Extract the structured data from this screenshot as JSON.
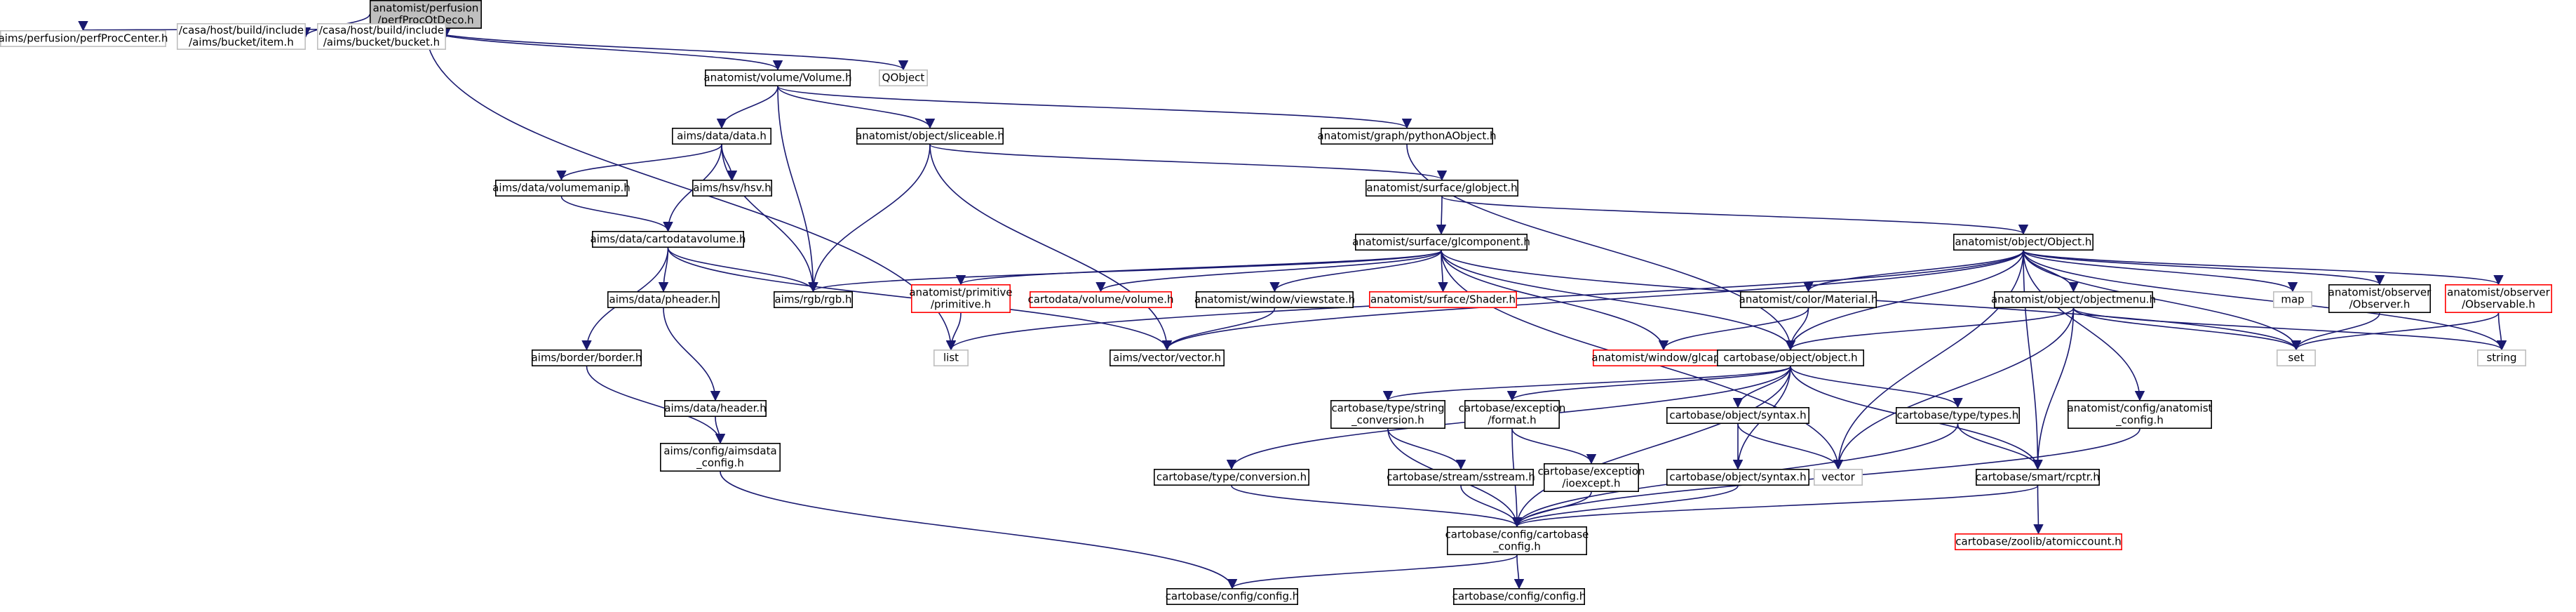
{
  "nodes": [
    {
      "id": "root",
      "lines": [
        "anatomist/perfusion",
        "/perfProcQtDeco.h"
      ],
      "style": "root"
    },
    {
      "id": "perfProcCenter",
      "lines": [
        "aims/perfusion/perfProcCenter.h"
      ],
      "style": "ext"
    },
    {
      "id": "bucketItem",
      "lines": [
        "/casa/host/build/include",
        "/aims/bucket/item.h"
      ],
      "style": "ext"
    },
    {
      "id": "bucketBucket",
      "lines": [
        "/casa/host/build/include",
        "/aims/bucket/bucket.h"
      ],
      "style": "ext"
    },
    {
      "id": "volume",
      "lines": [
        "anatomist/volume/Volume.h"
      ],
      "style": "normal"
    },
    {
      "id": "qobject",
      "lines": [
        "QObject"
      ],
      "style": "ext"
    },
    {
      "id": "data",
      "lines": [
        "aims/data/data.h"
      ],
      "style": "normal"
    },
    {
      "id": "sliceable",
      "lines": [
        "anatomist/object/sliceable.h"
      ],
      "style": "normal"
    },
    {
      "id": "pythonAObject",
      "lines": [
        "anatomist/graph/pythonAObject.h"
      ],
      "style": "normal"
    },
    {
      "id": "volumemanip",
      "lines": [
        "aims/data/volumemanip.h"
      ],
      "style": "normal"
    },
    {
      "id": "hsv",
      "lines": [
        "aims/hsv/hsv.h"
      ],
      "style": "normal"
    },
    {
      "id": "globject",
      "lines": [
        "anatomist/surface/globject.h"
      ],
      "style": "normal"
    },
    {
      "id": "cartodatavolume",
      "lines": [
        "aims/data/cartodatavolume.h"
      ],
      "style": "normal"
    },
    {
      "id": "glcomponent",
      "lines": [
        "anatomist/surface/glcomponent.h"
      ],
      "style": "normal"
    },
    {
      "id": "aobject",
      "lines": [
        "anatomist/object/Object.h"
      ],
      "style": "normal"
    },
    {
      "id": "rgb",
      "lines": [
        "aims/rgb/rgb.h"
      ],
      "style": "normal"
    },
    {
      "id": "primitive",
      "lines": [
        "anatomist/primitive",
        "/primitive.h"
      ],
      "style": "trunc"
    },
    {
      "id": "cartovolume",
      "lines": [
        "cartodata/volume/volume.h"
      ],
      "style": "trunc"
    },
    {
      "id": "viewstate",
      "lines": [
        "anatomist/window/viewstate.h"
      ],
      "style": "normal"
    },
    {
      "id": "shader",
      "lines": [
        "anatomist/surface/Shader.h"
      ],
      "style": "trunc"
    },
    {
      "id": "material",
      "lines": [
        "anatomist/color/Material.h"
      ],
      "style": "normal"
    },
    {
      "id": "objectmenu",
      "lines": [
        "anatomist/object/objectmenu.h"
      ],
      "style": "normal"
    },
    {
      "id": "map",
      "lines": [
        "map"
      ],
      "style": "ext"
    },
    {
      "id": "observer",
      "lines": [
        "anatomist/observer",
        "/Observer.h"
      ],
      "style": "normal"
    },
    {
      "id": "observable",
      "lines": [
        "anatomist/observer",
        "/Observable.h"
      ],
      "style": "trunc"
    },
    {
      "id": "pheader",
      "lines": [
        "aims/data/pheader.h"
      ],
      "style": "normal"
    },
    {
      "id": "border",
      "lines": [
        "aims/border/border.h"
      ],
      "style": "normal"
    },
    {
      "id": "list",
      "lines": [
        "list"
      ],
      "style": "ext"
    },
    {
      "id": "vectorh",
      "lines": [
        "aims/vector/vector.h"
      ],
      "style": "normal"
    },
    {
      "id": "glcaps",
      "lines": [
        "anatomist/window/glcaps.h"
      ],
      "style": "trunc"
    },
    {
      "id": "cobject",
      "lines": [
        "cartobase/object/object.h"
      ],
      "style": "normal"
    },
    {
      "id": "set",
      "lines": [
        "set"
      ],
      "style": "ext"
    },
    {
      "id": "string",
      "lines": [
        "string"
      ],
      "style": "ext"
    },
    {
      "id": "header",
      "lines": [
        "aims/data/header.h"
      ],
      "style": "normal"
    },
    {
      "id": "aimsdata",
      "lines": [
        "aims/config/aimsdata",
        "_config.h"
      ],
      "style": "normal"
    },
    {
      "id": "strconv",
      "lines": [
        "cartobase/type/string",
        "_conversion.h"
      ],
      "style": "normal"
    },
    {
      "id": "format",
      "lines": [
        "cartobase/exception",
        "/format.h"
      ],
      "style": "normal"
    },
    {
      "id": "syntaxA",
      "lines": [
        "cartobase/object/syntax.h"
      ],
      "style": "normal"
    },
    {
      "id": "types",
      "lines": [
        "cartobase/type/types.h"
      ],
      "style": "normal"
    },
    {
      "id": "anaconfig",
      "lines": [
        "anatomist/config/anatomist",
        "_config.h"
      ],
      "style": "normal"
    },
    {
      "id": "vector",
      "lines": [
        "vector"
      ],
      "style": "ext"
    },
    {
      "id": "conversion",
      "lines": [
        "cartobase/type/conversion.h"
      ],
      "style": "normal"
    },
    {
      "id": "sstream",
      "lines": [
        "cartobase/stream/sstream.h"
      ],
      "style": "normal"
    },
    {
      "id": "ioexcept",
      "lines": [
        "cartobase/exception",
        "/ioexcept.h"
      ],
      "style": "normal"
    },
    {
      "id": "syntaxB",
      "lines": [
        "cartobase/object/syntax.h"
      ],
      "style": "normal"
    },
    {
      "id": "rcptr",
      "lines": [
        "cartobase/smart/rcptr.h"
      ],
      "style": "normal"
    },
    {
      "id": "cbconfig",
      "lines": [
        "cartobase/config/cartobase",
        "_config.h"
      ],
      "style": "normal"
    },
    {
      "id": "atomic",
      "lines": [
        "cartobase/zoolib/atomiccount.h"
      ],
      "style": "trunc"
    },
    {
      "id": "configh",
      "lines": [
        "cartobase/config/config.h"
      ],
      "style": "normal"
    },
    {
      "id": "configh2",
      "lines": [
        "cartobase/config/config.h"
      ],
      "style": "normal"
    }
  ],
  "edges": [
    [
      "root",
      "perfProcCenter"
    ],
    [
      "root",
      "bucketItem"
    ],
    [
      "root",
      "bucketBucket"
    ],
    [
      "root",
      "volume"
    ],
    [
      "root",
      "qobject"
    ],
    [
      "root",
      "list"
    ],
    [
      "volume",
      "data"
    ],
    [
      "volume",
      "sliceable"
    ],
    [
      "volume",
      "pythonAObject"
    ],
    [
      "volume",
      "rgb"
    ],
    [
      "data",
      "volumemanip"
    ],
    [
      "data",
      "hsv"
    ],
    [
      "data",
      "cartodatavolume"
    ],
    [
      "data",
      "rgb"
    ],
    [
      "sliceable",
      "globject"
    ],
    [
      "sliceable",
      "rgb"
    ],
    [
      "sliceable",
      "vectorh"
    ],
    [
      "pythonAObject",
      "cobject"
    ],
    [
      "volumemanip",
      "cartodatavolume"
    ],
    [
      "globject",
      "glcomponent"
    ],
    [
      "globject",
      "aobject"
    ],
    [
      "cartodatavolume",
      "rgb"
    ],
    [
      "cartodatavolume",
      "pheader"
    ],
    [
      "cartodatavolume",
      "border"
    ],
    [
      "cartodatavolume",
      "vectorh"
    ],
    [
      "glcomponent",
      "rgb"
    ],
    [
      "glcomponent",
      "primitive"
    ],
    [
      "glcomponent",
      "cartovolume"
    ],
    [
      "glcomponent",
      "viewstate"
    ],
    [
      "glcomponent",
      "shader"
    ],
    [
      "glcomponent",
      "glcaps"
    ],
    [
      "glcomponent",
      "cobject"
    ],
    [
      "glcomponent",
      "vector"
    ],
    [
      "glcomponent",
      "set"
    ],
    [
      "aobject",
      "material"
    ],
    [
      "aobject",
      "objectmenu"
    ],
    [
      "aobject",
      "map"
    ],
    [
      "aobject",
      "observer"
    ],
    [
      "aobject",
      "observable"
    ],
    [
      "aobject",
      "list"
    ],
    [
      "aobject",
      "vectorh"
    ],
    [
      "aobject",
      "cobject"
    ],
    [
      "aobject",
      "set"
    ],
    [
      "aobject",
      "string"
    ],
    [
      "aobject",
      "anaconfig"
    ],
    [
      "aobject",
      "rcptr"
    ],
    [
      "aobject",
      "vector"
    ],
    [
      "primitive",
      "list"
    ],
    [
      "viewstate",
      "vectorh"
    ],
    [
      "material",
      "glcaps"
    ],
    [
      "material",
      "cobject"
    ],
    [
      "objectmenu",
      "cobject"
    ],
    [
      "objectmenu",
      "set"
    ],
    [
      "objectmenu",
      "string"
    ],
    [
      "objectmenu",
      "rcptr"
    ],
    [
      "objectmenu",
      "vector"
    ],
    [
      "observer",
      "set"
    ],
    [
      "observable",
      "set"
    ],
    [
      "observable",
      "string"
    ],
    [
      "pheader",
      "header"
    ],
    [
      "border",
      "aimsdata"
    ],
    [
      "header",
      "aimsdata"
    ],
    [
      "aimsdata",
      "configh"
    ],
    [
      "cobject",
      "strconv"
    ],
    [
      "cobject",
      "format"
    ],
    [
      "cobject",
      "syntaxA"
    ],
    [
      "cobject",
      "types"
    ],
    [
      "cobject",
      "conversion"
    ],
    [
      "cobject",
      "syntaxB"
    ],
    [
      "cobject",
      "rcptr"
    ],
    [
      "cobject",
      "cbconfig"
    ],
    [
      "strconv",
      "sstream"
    ],
    [
      "strconv",
      "cbconfig"
    ],
    [
      "format",
      "ioexcept"
    ],
    [
      "format",
      "cbconfig"
    ],
    [
      "syntaxA",
      "syntaxB"
    ],
    [
      "syntaxA",
      "vector"
    ],
    [
      "types",
      "rcptr"
    ],
    [
      "types",
      "cbconfig"
    ],
    [
      "anaconfig",
      "cbconfig"
    ],
    [
      "conversion",
      "cbconfig"
    ],
    [
      "sstream",
      "cbconfig"
    ],
    [
      "ioexcept",
      "cbconfig"
    ],
    [
      "syntaxB",
      "cbconfig"
    ],
    [
      "rcptr",
      "cbconfig"
    ],
    [
      "rcptr",
      "atomic"
    ],
    [
      "cbconfig",
      "configh"
    ],
    [
      "cbconfig",
      "configh2"
    ]
  ]
}
